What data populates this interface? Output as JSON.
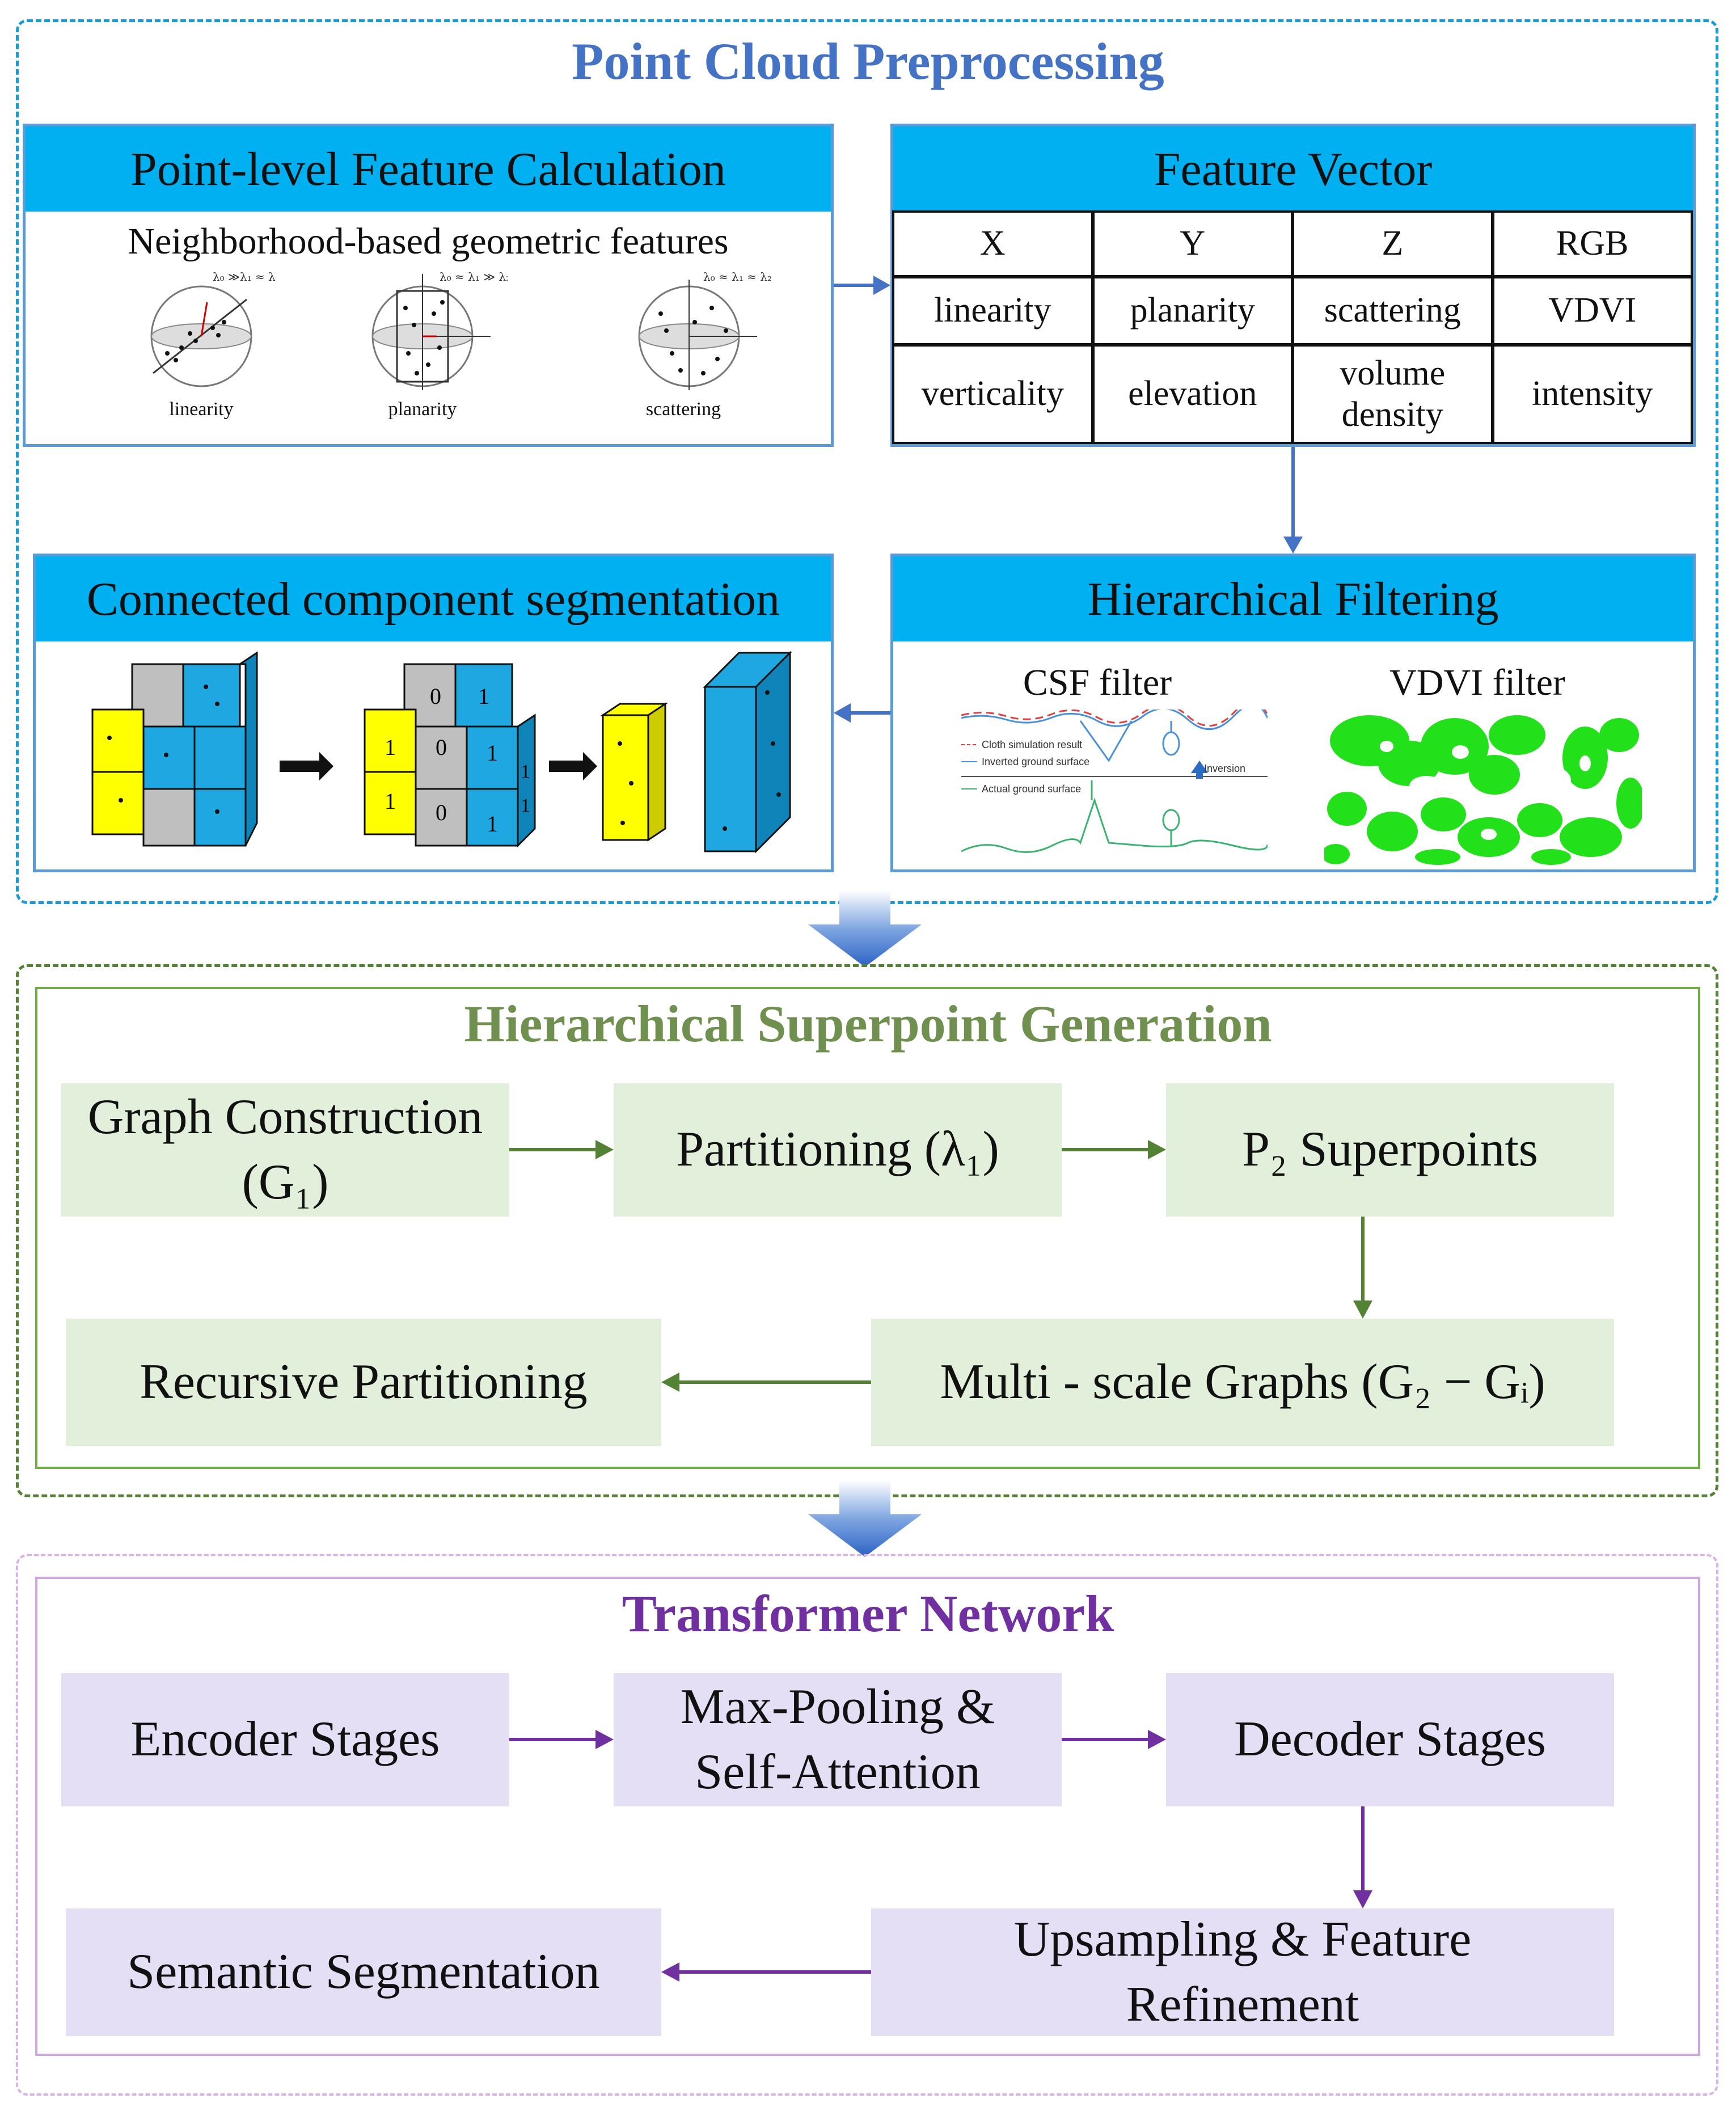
{
  "preprocessing": {
    "title": "Point Cloud Preprocessing",
    "feature_calc": {
      "header": "Point-level Feature Calculation",
      "subtitle": "Neighborhood-based geometric features",
      "examples": [
        "linearity",
        "planarity",
        "scattering"
      ],
      "formulas": [
        "λ₀ ≫λ₁ ≈ λ₂",
        "λ₀ ≈ λ₁ ≫ λ₂",
        "λ₀ ≈ λ₁ ≈ λ₂"
      ]
    },
    "feature_vector": {
      "header": "Feature Vector",
      "rows": [
        [
          "X",
          "Y",
          "Z",
          "RGB"
        ],
        [
          "linearity",
          "planarity",
          "scattering",
          "VDVI"
        ],
        [
          "verticality",
          "elevation",
          "volume density",
          "intensity"
        ]
      ]
    },
    "connected": {
      "header": "Connected component segmentation",
      "labels": [
        "0",
        "1",
        "1",
        "0",
        "1",
        "1",
        "1",
        "0",
        "1",
        "1"
      ]
    },
    "hierarchical_filtering": {
      "header": "Hierarchical Filtering",
      "csf_label": "CSF filter",
      "vdvi_label": "VDVI filter",
      "csf_legend": [
        "Cloth simulation result",
        "Inverted ground surface",
        "Actual ground surface"
      ],
      "inversion_label": "Inversion"
    }
  },
  "superpoint": {
    "title": "Hierarchical Superpoint Generation",
    "boxes": {
      "graph": "Graph Construction (G₁)",
      "partitioning": "Partitioning (λ₁)",
      "p2": "P₂ Superpoints",
      "multiscale": "Multi - scale Graphs (G₂ − Gᵢ)",
      "recursive": "Recursive Partitioning"
    }
  },
  "transformer": {
    "title": "Transformer Network",
    "boxes": {
      "encoder": "Encoder Stages",
      "maxpool": "Max-Pooling & Self-Attention",
      "decoder": "Decoder Stages",
      "upsampling": "Upsampling & Feature Refinement",
      "semantic": "Semantic Segmentation"
    }
  },
  "colors": {
    "blue_title": "#4472c4",
    "green_title": "#70904f",
    "purple_title": "#7030a0",
    "panel_header": "#00b0f0",
    "green_box": "#e2efda",
    "purple_box": "#e4dff5",
    "arrow_blue": "#4472c4",
    "arrow_green": "#548235",
    "arrow_purple": "#7030a0"
  }
}
